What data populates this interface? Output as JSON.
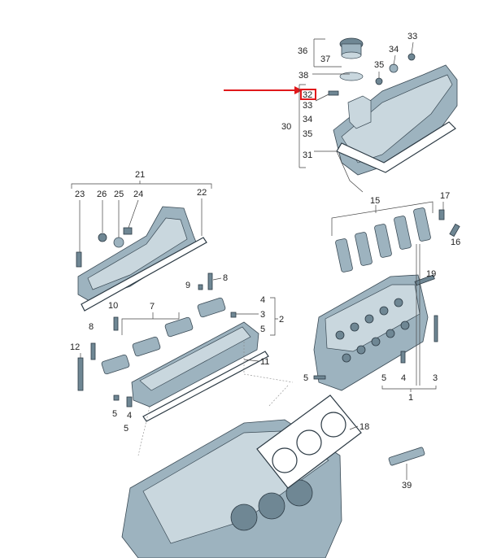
{
  "labels": {
    "l1": "1",
    "l2": "2",
    "l3a": "3",
    "l3b": "3",
    "l4a": "4",
    "l4b": "4",
    "l4c": "4",
    "l5a": "5",
    "l5b": "5",
    "l5c": "5",
    "l5d": "5",
    "l5e": "5",
    "l7": "7",
    "l8a": "8",
    "l8b": "8",
    "l9": "9",
    "l10": "10",
    "l11": "11",
    "l12": "12",
    "l15": "15",
    "l16": "16",
    "l17": "17",
    "l18": "18",
    "l19": "19",
    "l21": "21",
    "l22": "22",
    "l23": "23",
    "l24": "24",
    "l25": "25",
    "l26": "26",
    "l30": "30",
    "l31": "31",
    "l32": "32",
    "l33a": "33",
    "l33b": "33",
    "l34a": "34",
    "l34b": "34",
    "l35a": "35",
    "l35b": "35",
    "l36": "36",
    "l37": "37",
    "l38": "38",
    "l39": "39"
  },
  "colors": {
    "part": "#9db3bf",
    "highlight": "#e0191b",
    "line": "#444444"
  }
}
